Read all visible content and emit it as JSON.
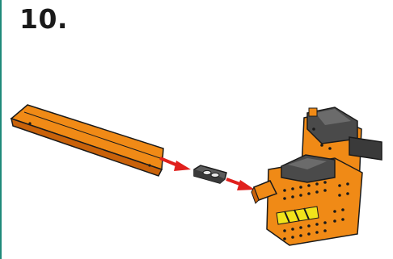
{
  "step": {
    "number": "10."
  },
  "illustration": {
    "parts": [
      "orange-rail-icon",
      "connector-plate-icon",
      "machine-assembly-icon"
    ],
    "arrows": [
      "arrow-rail-to-plate",
      "arrow-plate-to-machine"
    ],
    "colors": {
      "orange": "#f08a16",
      "dark_orange": "#c9620a",
      "gray": "#5c5c5c",
      "dark_gray": "#3a3a3a",
      "arrow_red": "#e0201c",
      "yellow": "#f2e31b",
      "accent_border": "#1f8a7a"
    }
  }
}
